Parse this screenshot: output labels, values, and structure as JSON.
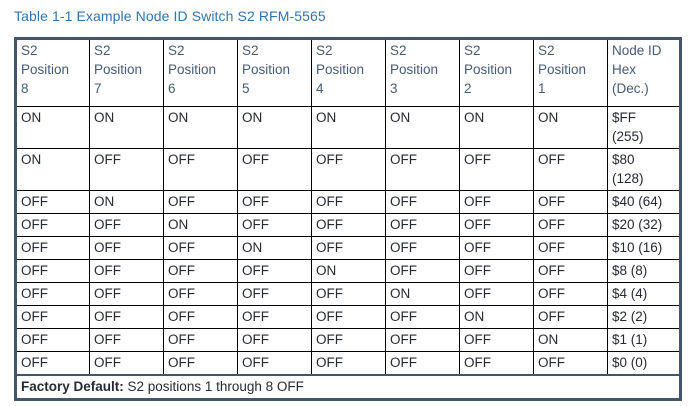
{
  "title": "Table 1-1 Example Node ID Switch S2 RFM-5565",
  "colors": {
    "title_text": "#2e74b5",
    "header_text": "#475a77",
    "body_text": "#262a33",
    "outer_border": "#44546a",
    "inner_border": "#000000"
  },
  "table": {
    "headers": [
      "S2\nPosition\n8",
      "S2\nPosition\n7",
      "S2\nPosition\n6",
      "S2\nPosition\n5",
      "S2\nPosition\n4",
      "S2\nPosition\n3",
      "S2\nPosition\n2",
      "S2\nPosition\n1",
      "Node ID\nHex\n(Dec.)"
    ],
    "rows": [
      [
        "ON",
        "ON",
        "ON",
        "ON",
        "ON",
        "ON",
        "ON",
        "ON",
        "$FF\n(255)"
      ],
      [
        "ON",
        "OFF",
        "OFF",
        "OFF",
        "OFF",
        "OFF",
        "OFF",
        "OFF",
        "$80\n(128)"
      ],
      [
        "OFF",
        "ON",
        "OFF",
        "OFF",
        "OFF",
        "OFF",
        "OFF",
        "OFF",
        "$40 (64)"
      ],
      [
        "OFF",
        "OFF",
        "ON",
        "OFF",
        "OFF",
        "OFF",
        "OFF",
        "OFF",
        "$20 (32)"
      ],
      [
        "OFF",
        "OFF",
        "OFF",
        "ON",
        "OFF",
        "OFF",
        "OFF",
        "OFF",
        "$10 (16)"
      ],
      [
        "OFF",
        "OFF",
        "OFF",
        "OFF",
        "ON",
        "OFF",
        "OFF",
        "OFF",
        "$8 (8)"
      ],
      [
        "OFF",
        "OFF",
        "OFF",
        "OFF",
        "OFF",
        "ON",
        "OFF",
        "OFF",
        "$4 (4)"
      ],
      [
        "OFF",
        "OFF",
        "OFF",
        "OFF",
        "OFF",
        "OFF",
        "ON",
        "OFF",
        "$2 (2)"
      ],
      [
        "OFF",
        "OFF",
        "OFF",
        "OFF",
        "OFF",
        "OFF",
        "OFF",
        "ON",
        "$1 (1)"
      ],
      [
        "OFF",
        "OFF",
        "OFF",
        "OFF",
        "OFF",
        "OFF",
        "OFF",
        "OFF",
        "$0 (0)"
      ]
    ],
    "footer_label": "Factory Default:",
    "footer_text": " S2 positions 1 through 8 OFF"
  }
}
